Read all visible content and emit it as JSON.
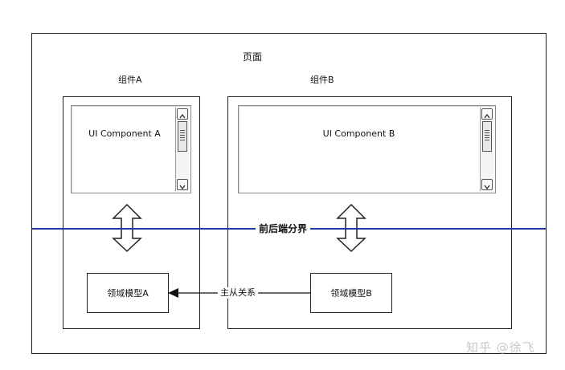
{
  "page": {
    "title": "页面"
  },
  "components": [
    {
      "label": "组件A",
      "ui_label": "UI Component A",
      "model_label": "领域模型A"
    },
    {
      "label": "组件B",
      "ui_label": "UI Component B",
      "model_label": "领域模型B"
    }
  ],
  "boundary": {
    "label": "前后端分界",
    "color": "#2233aa"
  },
  "relation": {
    "label": "主从关系"
  },
  "watermark": {
    "text": "知乎 @徐飞"
  }
}
